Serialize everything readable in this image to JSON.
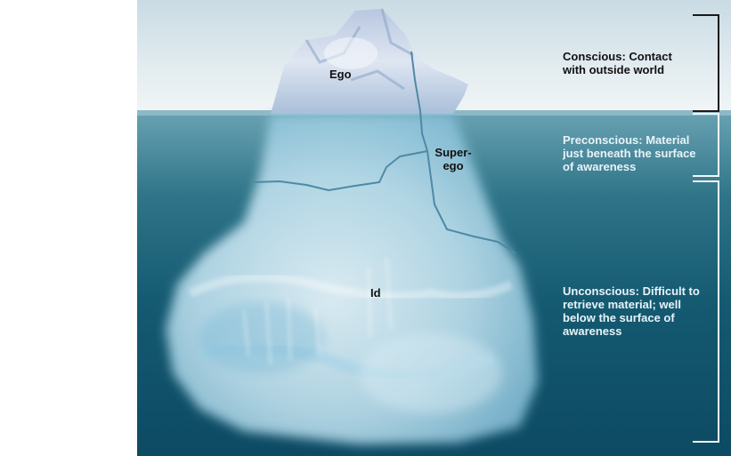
{
  "labels": {
    "ego": "Ego",
    "superego_line1": "Super-",
    "superego_line2": "ego",
    "id": "Id"
  },
  "levels": {
    "conscious": {
      "line1": "Conscious: Contact",
      "line2": "with outside world"
    },
    "preconscious": {
      "line1": "Preconscious: Material",
      "line2": "just beneath the surface",
      "line3": "of awareness"
    },
    "unconscious": {
      "line1": "Unconscious: Difficult to",
      "line2": "retrieve material; well",
      "line3": "below the surface of",
      "line4": "awareness"
    }
  },
  "colors": {
    "sky_top": "#c9dbe4",
    "sky_bottom": "#eef3f5",
    "water_top": "#5e9aab",
    "water_deep": "#0e4c64",
    "ice": "#cfe8f3",
    "ice_shadow": "#79b7d3",
    "crack": "#4e89a6",
    "bracket": "#1a1a1a"
  }
}
